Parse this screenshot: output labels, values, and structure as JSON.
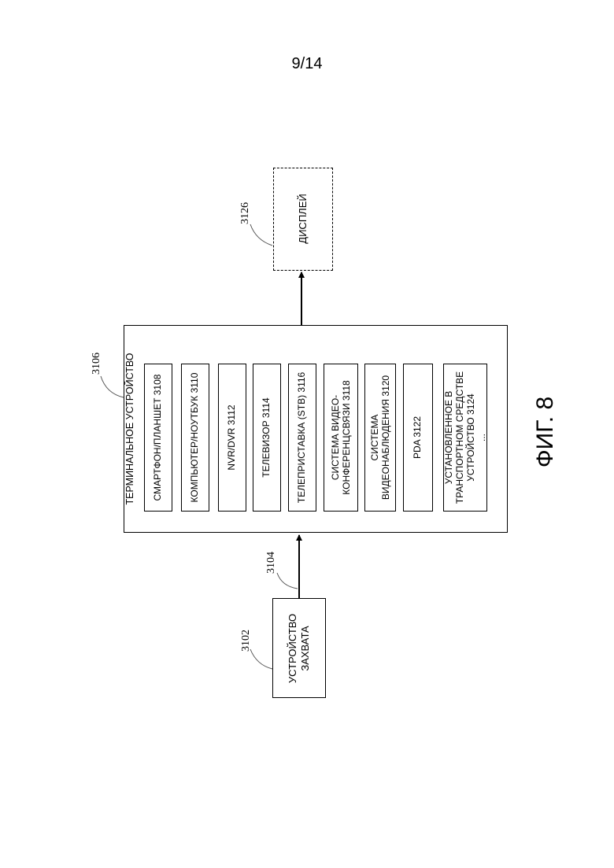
{
  "page_number": "9/14",
  "figure_label": "ФИГ. 8",
  "capture_device": {
    "ref": "3102",
    "label_line1": "УСТРОЙСТВО",
    "label_line2": "ЗАХВАТА"
  },
  "link_ref": "3104",
  "terminal": {
    "ref": "3106",
    "title": "ТЕРМИНАЛЬНОЕ УСТРОЙСТВО",
    "items": [
      {
        "lines": [
          "СМАРТФОН/ПЛАНШЕТ 3108"
        ]
      },
      {
        "lines": [
          "КОМПЬЮТЕР/НОУТБУК 3110"
        ]
      },
      {
        "lines": [
          "NVR/DVR 3112"
        ]
      },
      {
        "lines": [
          "ТЕЛЕВИЗОР 3114"
        ]
      },
      {
        "lines": [
          "ТЕЛЕПРИСТАВКА (STB) 3116"
        ]
      },
      {
        "lines": [
          "СИСТЕМА ВИДЕО-",
          "КОНФЕРЕНЦСВЯЗИ 3118"
        ]
      },
      {
        "lines": [
          "СИСТЕМА",
          "ВИДЕОНАБЛЮДЕНИЯ 3120"
        ]
      },
      {
        "lines": [
          "PDA 3122"
        ]
      },
      {
        "lines": [
          "УСТАНОВЛЕННОЕ В",
          "ТРАНСПОРТНОМ СРЕДСТВЕ",
          "УСТРОЙСТВО 3124",
          "..."
        ]
      }
    ]
  },
  "display": {
    "ref": "3126",
    "label": "ДИСПЛЕЙ"
  }
}
